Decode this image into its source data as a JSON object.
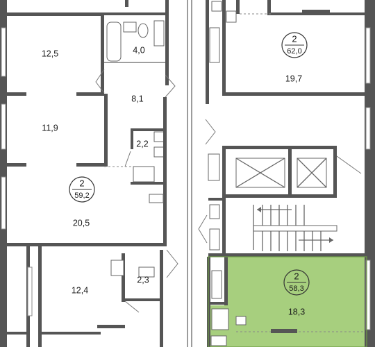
{
  "rooms": [
    {
      "id": "room-12-5",
      "label": "12,5"
    },
    {
      "id": "room-4-0",
      "label": "4,0"
    },
    {
      "id": "room-8-1",
      "label": "8,1"
    },
    {
      "id": "room-11-9",
      "label": "11,9"
    },
    {
      "id": "room-2-2",
      "label": "2,2"
    },
    {
      "id": "room-20-5",
      "label": "20,5"
    },
    {
      "id": "room-12-4",
      "label": "12,4"
    },
    {
      "id": "room-2-3",
      "label": "2,3"
    },
    {
      "id": "room-19-7",
      "label": "19,7"
    },
    {
      "id": "room-18-3",
      "label": "18,3"
    }
  ],
  "units": [
    {
      "id": "unit-left",
      "rooms": "2",
      "area": "59,2",
      "highlighted": false
    },
    {
      "id": "unit-top-right",
      "rooms": "2",
      "area": "62,0",
      "highlighted": false
    },
    {
      "id": "unit-selected",
      "rooms": "2",
      "area": "58,3",
      "highlighted": true
    }
  ],
  "colors": {
    "wall": "#555555",
    "highlight_fill": "#a7cf7e",
    "highlight_stroke": "#6d9b45",
    "background": "#ffffff"
  }
}
